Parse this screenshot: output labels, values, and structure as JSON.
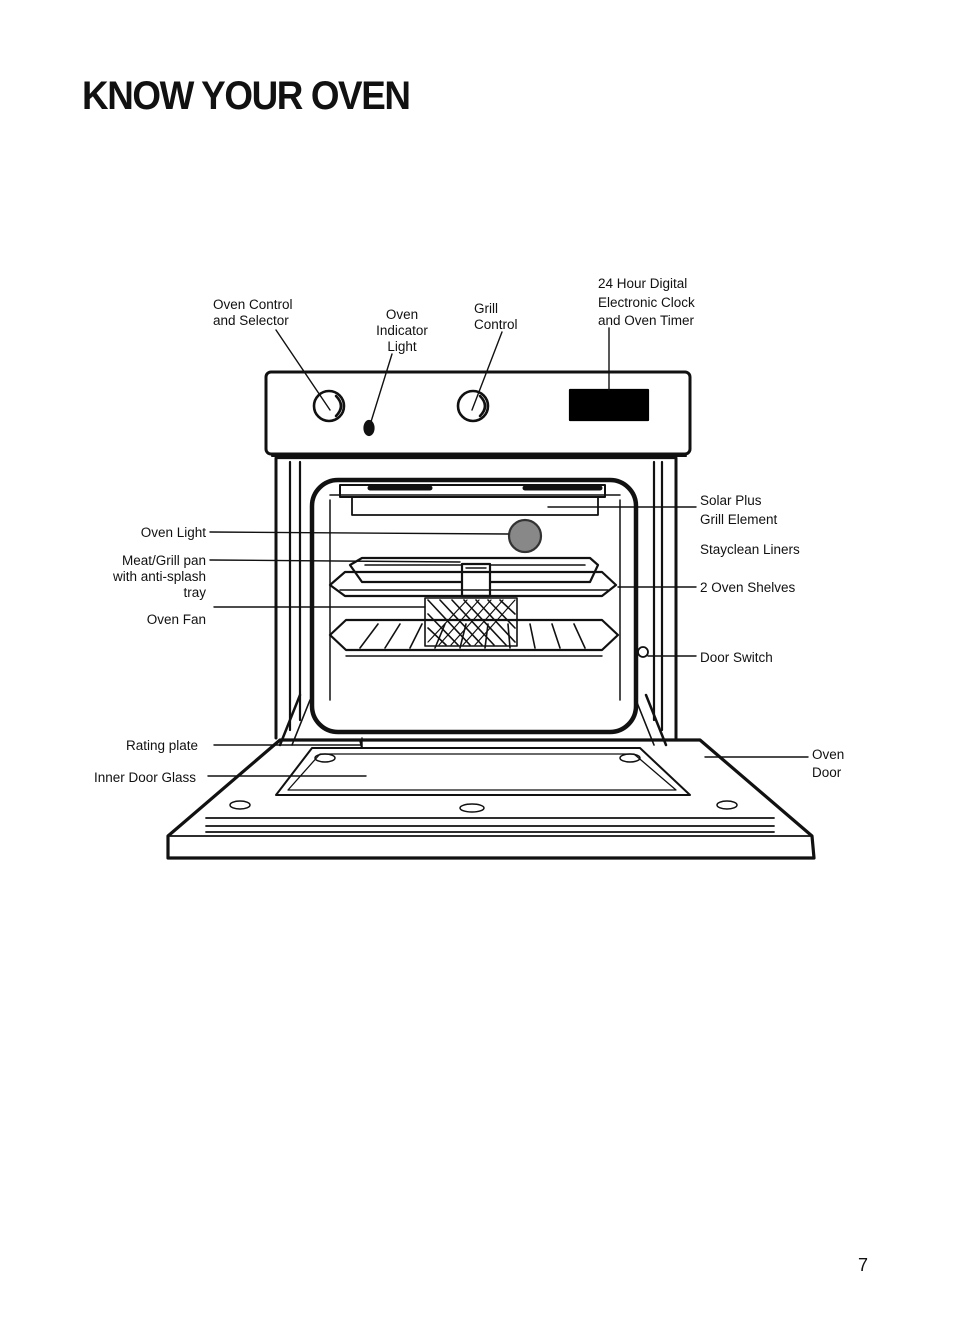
{
  "page": {
    "title": "KNOW YOUR OVEN",
    "page_number": "7"
  },
  "labels": {
    "oven_control": "Oven Control\nand Selector",
    "oven_indicator": "Oven\nIndicator\nLight",
    "grill_control": "Grill\nControl",
    "clock_timer": "24 Hour Digital\nElectronic Clock\nand Oven Timer",
    "solar_grill": "Solar Plus\nGrill Element",
    "stayclean": "Stayclean Liners",
    "oven_shelves": "2 Oven Shelves",
    "door_switch": "Door Switch",
    "oven_door": "Oven\nDoor",
    "oven_light": "Oven Light",
    "meat_grill_pan": "Meat/Grill pan\nwith anti-splash\ntray",
    "oven_fan": "Oven Fan",
    "rating_plate": "Rating plate",
    "inner_door_glass": "Inner Door Glass"
  }
}
